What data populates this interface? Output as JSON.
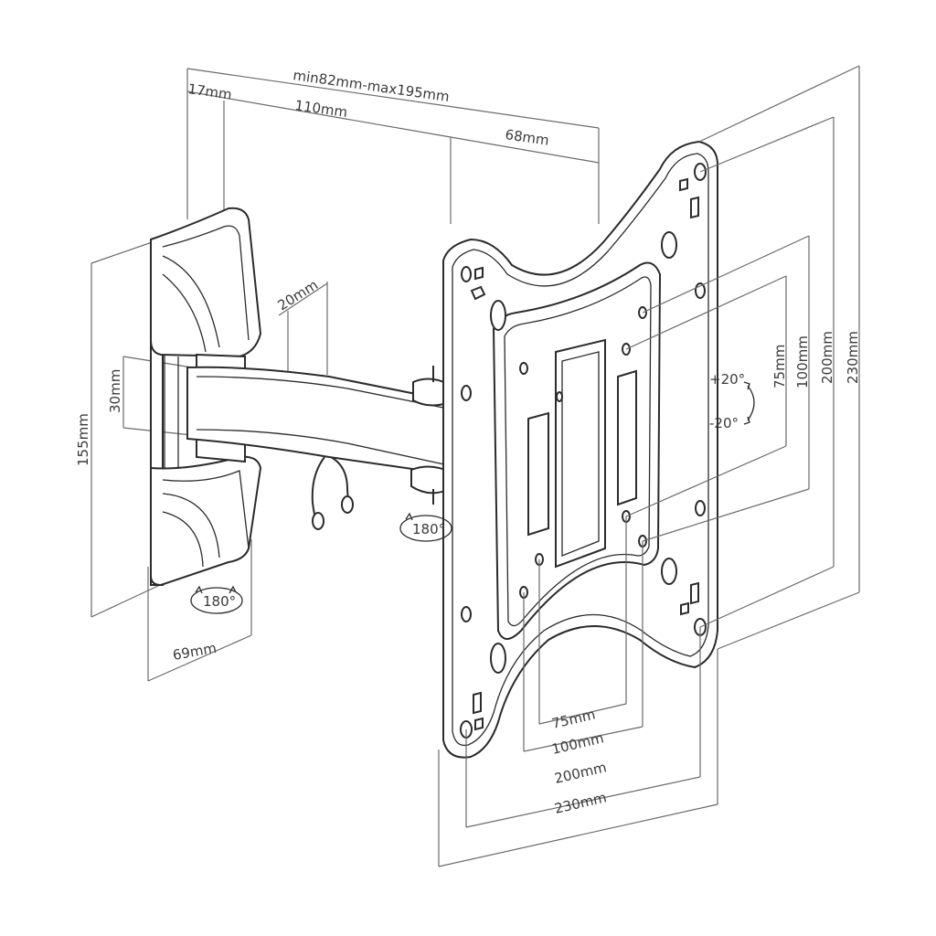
{
  "dimensions": {
    "top_total": "min82mm-max195mm",
    "top_left": "17mm",
    "top_mid": "110mm",
    "top_right": "68mm",
    "arm_width": "20mm",
    "arm_height": "30mm",
    "bracket_height": "155mm",
    "bracket_depth": "69mm",
    "vesa_v_75": "75mm",
    "vesa_v_100": "100mm",
    "vesa_v_200": "200mm",
    "vesa_v_230": "230mm",
    "vesa_h_75": "75mm",
    "vesa_h_100": "100mm",
    "vesa_h_200": "200mm",
    "vesa_h_230": "230mm"
  },
  "rotations": {
    "wall_swivel": "180°",
    "plate_swivel": "180°",
    "tilt_up": "+20°",
    "tilt_down": "-20°"
  }
}
